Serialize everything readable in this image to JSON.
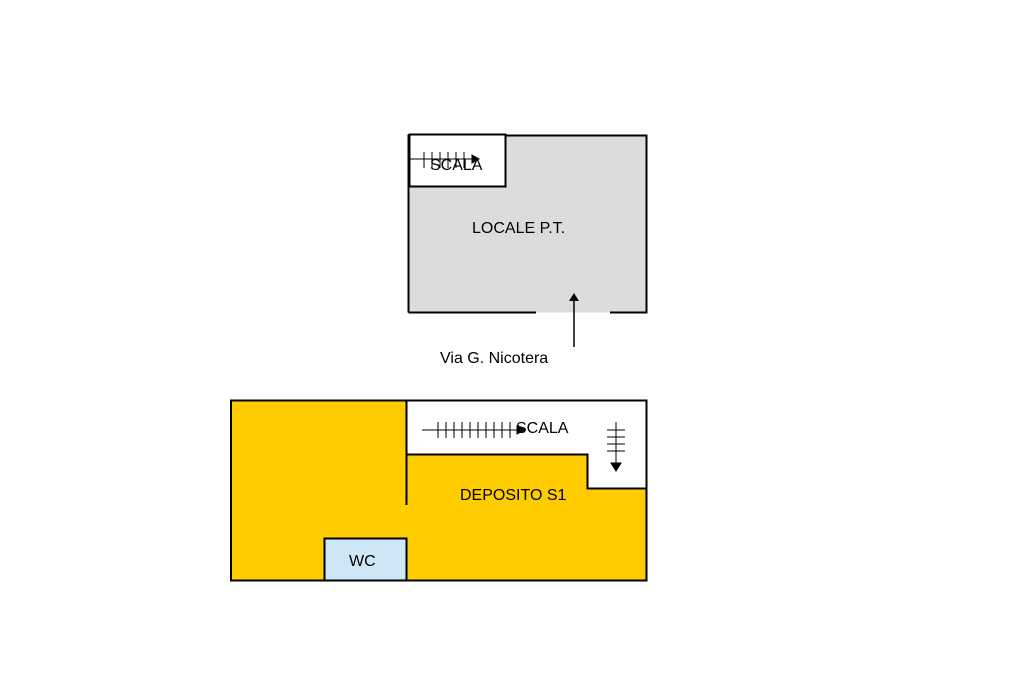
{
  "ground_floor": {
    "room_label": "LOCALE P.T.",
    "stair_label": "SCALA",
    "street_label": "Via G. Nicotera"
  },
  "basement": {
    "room_label": "DEPOSITO S1",
    "stair_label": "SCALA",
    "wc_label": "WC"
  },
  "colors": {
    "ground_floor_fill": "#dcdcdc",
    "basement_fill": "#ffcc00",
    "wc_fill": "#cfe6f7",
    "stair_fill": "#ffffff",
    "wall": "#000000"
  }
}
